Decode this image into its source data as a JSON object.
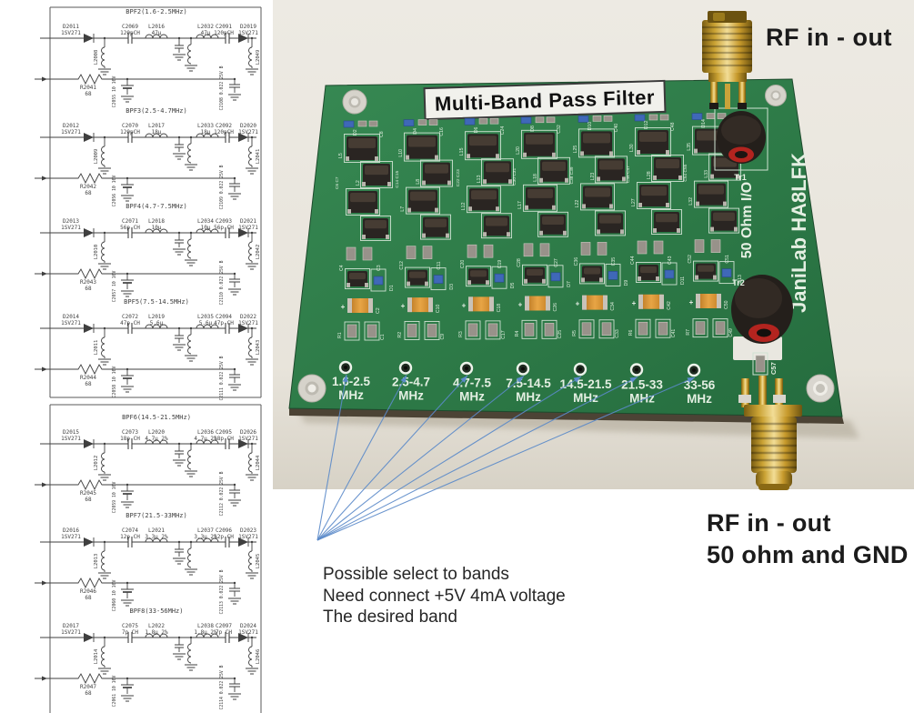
{
  "colors": {
    "pcb_green": "#2e7b48",
    "pcb_green_light": "#378953",
    "pcb_green_dark": "#276e3f",
    "silkscreen": "#e4efe2",
    "gold": "#d4a83c",
    "gold_dark": "#6e5410",
    "tantalum_orange": "#dd9233",
    "diode_blue": "#3f68b8",
    "annotation_blue": "#5b8ac9",
    "photo_background": "#ebe7df",
    "schematic_ink": "#3f3f3f",
    "component_black": "#2a2522",
    "toroid_red": "#b3241f"
  },
  "annotations": {
    "rf_top": "RF in - out",
    "rf_bottom_line1": "RF in - out",
    "rf_bottom_line2": "50 ohm and GND",
    "note_line1": "Possible select to bands",
    "note_line2": "Need connect +5V 4mA voltage",
    "note_line3": "The desired band"
  },
  "pcb": {
    "title": "Multi-Band Pass Filter",
    "side_label_io": "50 Ohm I/O",
    "side_label_brand": "JaniLab HA8LFK",
    "transformer1": "Tr1",
    "transformer2": "Tr2",
    "cap_c57": "C57",
    "bands": [
      {
        "range": "1.6-2.5",
        "unit": "MHz"
      },
      {
        "range": "2.5-4.7",
        "unit": "MHz"
      },
      {
        "range": "4.7-7.5",
        "unit": "MHz"
      },
      {
        "range": "7.5-14.5",
        "unit": "MHz"
      },
      {
        "range": "14.5-21.5",
        "unit": "MHz"
      },
      {
        "range": "21.5-33",
        "unit": "MHz"
      },
      {
        "range": "33-56",
        "unit": "MHz"
      }
    ],
    "columns": [
      {
        "d_top": "D2",
        "c_top": "C8",
        "c_pair_top": [
          "C6",
          "C7"
        ],
        "inductors": [
          "L5",
          "L2"
        ],
        "c_pair_mid": [
          "C4",
          "C3"
        ],
        "d_bottom": "D1",
        "tantalum": "C2",
        "resistor": "R1",
        "c_bottom": "C1"
      },
      {
        "d_top": "D4",
        "c_top": "C16",
        "c_pair_top": [
          "C14",
          "C15"
        ],
        "inductors": [
          "L10",
          "L8",
          "L7"
        ],
        "c_pair_mid": [
          "C12",
          "C11"
        ],
        "d_bottom": "D3",
        "tantalum": "C10",
        "resistor": "R2",
        "c_bottom": "C9"
      },
      {
        "d_top": "D6",
        "c_top": "C24",
        "c_pair_top": [
          "C22",
          "C23"
        ],
        "inductors": [
          "L15",
          "L13",
          "L12"
        ],
        "c_pair_mid": [
          "C20",
          "C19"
        ],
        "d_bottom": "D5",
        "tantalum": "C18",
        "resistor": "R3",
        "c_bottom": "C17"
      },
      {
        "d_top": "D8",
        "c_top": "C32",
        "c_pair_top": [
          "C30",
          "C31"
        ],
        "inductors": [
          "L20",
          "L18",
          "L17"
        ],
        "c_pair_mid": [
          "C28",
          "C27"
        ],
        "d_bottom": "D7",
        "tantalum": "C26",
        "resistor": "R4",
        "c_bottom": "C25"
      },
      {
        "d_top": "D10",
        "c_top": "C40",
        "c_pair_top": [
          "C38",
          "C39"
        ],
        "inductors": [
          "L25",
          "L23",
          "L22"
        ],
        "c_pair_mid": [
          "C36",
          "C35"
        ],
        "d_bottom": "D9",
        "tantalum": "C34",
        "resistor": "R5",
        "c_bottom": "C33"
      },
      {
        "d_top": "D12",
        "c_top": "C48",
        "c_pair_top": [
          "C46",
          "C47"
        ],
        "inductors": [
          "L30",
          "L28",
          "L27"
        ],
        "c_pair_mid": [
          "C44",
          "C43"
        ],
        "d_bottom": "D11",
        "tantalum": "C42",
        "resistor": "R6",
        "c_bottom": "C41"
      },
      {
        "d_top": "D14",
        "c_top": "C56",
        "c_pair_top": [
          "C54",
          "C55"
        ],
        "inductors": [
          "L35",
          "L33",
          "L32"
        ],
        "c_pair_mid": [
          "C52",
          "C51"
        ],
        "d_bottom": "D13",
        "tantalum": "C50",
        "resistor": "R7",
        "c_bottom": "C49"
      }
    ]
  },
  "schematic": {
    "sections": [
      {
        "title": "BPF2(1.6-2.5MHz)",
        "diode_left": [
          "D2011",
          "1SV271"
        ],
        "cap_in": [
          "C2069",
          "120pCH"
        ],
        "ind_in": [
          "L2016",
          "47µ"
        ],
        "ind_out": [
          "L2032",
          "47µ"
        ],
        "cap_out": [
          "C2091",
          "120pCH"
        ],
        "diode_right": [
          "D2019",
          "1SV271"
        ],
        "shunt_ind_left": "L2008",
        "shunt_ind_right": "L2049",
        "resistor": [
          "R2041",
          "68"
        ],
        "cap_elec": "C2055 10 16V",
        "cap_ctrl": "C2108 0.022 25V B"
      },
      {
        "title": "BPF3(2.5-4.7MHz)",
        "diode_left": [
          "D2012",
          "1SV271"
        ],
        "cap_in": [
          "C2070",
          "120pCH"
        ],
        "ind_in": [
          "L2017",
          "18µ"
        ],
        "ind_out": [
          "L2033",
          "18µ"
        ],
        "cap_out": [
          "C2092",
          "120pCH"
        ],
        "diode_right": [
          "D2020",
          "1SV271"
        ],
        "shunt_ind_left": "L2009",
        "shunt_ind_right": "L2041",
        "resistor": [
          "R2042",
          "68"
        ],
        "cap_elec": "C2056 10 16V",
        "cap_ctrl": "C2109 0.022 25V B"
      },
      {
        "title": "BPF4(4.7-7.5MHz)",
        "diode_left": [
          "D2013",
          "1SV271"
        ],
        "cap_in": [
          "C2071",
          "56p CH"
        ],
        "ind_in": [
          "L2018",
          "10µ"
        ],
        "ind_out": [
          "L2034",
          "10µ"
        ],
        "cap_out": [
          "C2093",
          "56p CH"
        ],
        "diode_right": [
          "D2021",
          "1SV271"
        ],
        "shunt_ind_left": "L2010",
        "shunt_ind_right": "L2042",
        "resistor": [
          "R2043",
          "68"
        ],
        "cap_elec": "C2057 10 16V",
        "cap_ctrl": "C2110 0.022 25V B"
      },
      {
        "title": "BPF5(7.5-14.5MHz)",
        "diode_left": [
          "D2014",
          "1SV271"
        ],
        "cap_in": [
          "C2072",
          "47p CH"
        ],
        "ind_in": [
          "L2019",
          "5.6µ"
        ],
        "ind_out": [
          "L2035",
          "5.6µ"
        ],
        "cap_out": [
          "C2094",
          "47p CH"
        ],
        "diode_right": [
          "D2022",
          "1SV271"
        ],
        "shunt_ind_left": "L2011",
        "shunt_ind_right": "L2043",
        "resistor": [
          "R2044",
          "68"
        ],
        "cap_elec": "C2058 10 16V",
        "cap_ctrl": "C2111 0.022 25V B"
      },
      {
        "title": "BPF6(14.5-21.5MHz)",
        "diode_left": [
          "D2015",
          "1SV271"
        ],
        "cap_in": [
          "C2073",
          "18p CH"
        ],
        "ind_in": [
          "L2020",
          "4.7µ 2%"
        ],
        "ind_out": [
          "L2036",
          "4.7µ 2%"
        ],
        "cap_out": [
          "C2095",
          "18p CH"
        ],
        "diode_right": [
          "D2026",
          "1SV271"
        ],
        "shunt_ind_left": "L2012",
        "shunt_ind_right": "L2044",
        "resistor": [
          "R2045",
          "68"
        ],
        "cap_elec": "C2059 10 16V",
        "cap_ctrl": "C2112 0.022 25V B"
      },
      {
        "title": "BPF7(21.5-33MHz)",
        "diode_left": [
          "D2016",
          "1SV271"
        ],
        "cap_in": [
          "C2074",
          "12p CH"
        ],
        "ind_in": [
          "L2021",
          "3.3µ 2%"
        ],
        "ind_out": [
          "L2037",
          "3.3µ 2%"
        ],
        "cap_out": [
          "C2096",
          "12p CH"
        ],
        "diode_right": [
          "D2023",
          "1SV271"
        ],
        "shunt_ind_left": "L2013",
        "shunt_ind_right": "L2045",
        "resistor": [
          "R2046",
          "68"
        ],
        "cap_elec": "C2060 10 16V",
        "cap_ctrl": "C2113 0.022 25V B"
      },
      {
        "title": "BPF8(33-56MHz)",
        "diode_left": [
          "D2017",
          "1SV271"
        ],
        "cap_in": [
          "C2075",
          "7p CH"
        ],
        "ind_in": [
          "L2022",
          "1.8µ 2%"
        ],
        "ind_out": [
          "L2038",
          "1.8µ 2%"
        ],
        "cap_out": [
          "C2097",
          "7p CH"
        ],
        "diode_right": [
          "D2024",
          "1SV271"
        ],
        "shunt_ind_left": "L2014",
        "shunt_ind_right": "L2046",
        "resistor": [
          "R2047",
          "68"
        ],
        "cap_elec": "C2061 10 16V",
        "cap_ctrl": "C2114 0.022 25V B"
      }
    ]
  }
}
